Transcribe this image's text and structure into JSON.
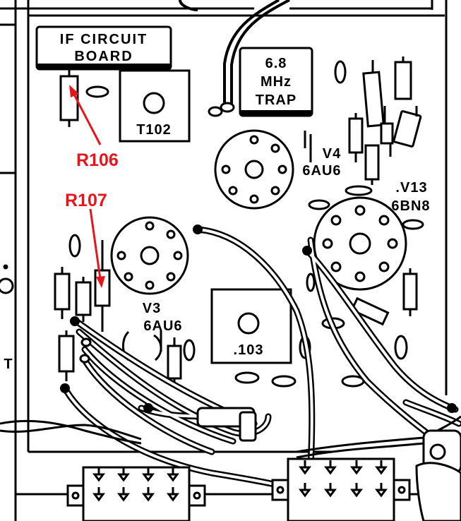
{
  "board": {
    "if_label_line1": "IF CIRCUIT",
    "if_label_line2": "BOARD",
    "trap_line1": "6.8",
    "trap_line2": "MHz",
    "trap_line3": "TRAP",
    "t102": "T102",
    "t103": ".103",
    "v4_name": "V4",
    "v4_type": "6AU6",
    "v13_name": ".V13",
    "v13_type": "6BN8",
    "v3_name": "V3",
    "v3_type": "6AU6",
    "edge_letter": "T"
  },
  "callouts": {
    "r106": "R106",
    "r107": "R107",
    "color": "#e8141b"
  },
  "ink_color": "#000000"
}
